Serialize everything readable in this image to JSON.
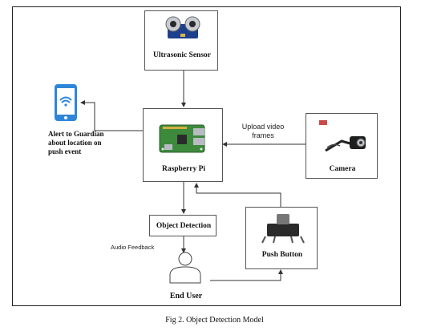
{
  "nodes": {
    "ultrasonic": "Ultrasonic Sensor",
    "raspberry": "Raspberry Pi",
    "camera": "Camera",
    "object_detection": "Object Detection",
    "push_button": "Push Button",
    "end_user": "End User",
    "alert": "Alert to Guardian about location on push event"
  },
  "edge_labels": {
    "upload": "Upload video frames",
    "audio": "Audio Feedback"
  },
  "caption": "Fig 2. Object Detection Model",
  "icons": [
    "ultrasonic-sensor-icon",
    "raspberry-pi-board-icon",
    "webcam-icon",
    "smartphone-wifi-icon",
    "push-button-icon",
    "user-icon"
  ],
  "colors": {
    "phone": "#2f86d8",
    "board": "#3d8a3d",
    "line": "#333333"
  }
}
